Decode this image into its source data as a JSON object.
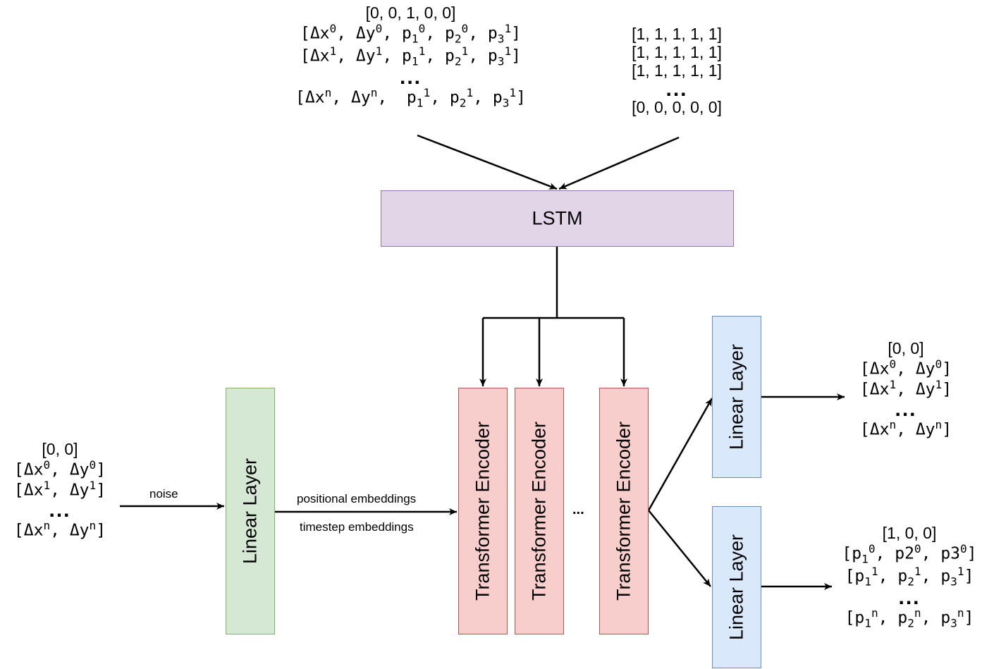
{
  "lstm": {
    "label": "LSTM"
  },
  "linear_layer": {
    "label": "Linear Layer"
  },
  "transformer_encoder": {
    "label": "Transformer Encoder"
  },
  "encoder_ellipsis": "...",
  "edge_labels": {
    "noise": "noise",
    "positional": "positional embeddings",
    "timestep": "timestep embeddings"
  },
  "top_left_input": {
    "first": "[0, 0, 1, 0, 0]",
    "dots": "...",
    "row0": {
      "open": "[Δx",
      "sup_x": "0",
      "mid1": ", Δy",
      "sup_y": "0",
      "mid2": ", p",
      "sub1": "1",
      "sup1": "0",
      "mid3": ", p",
      "sub2": "2",
      "sup2": "0",
      "mid4": ", p",
      "sub3": "3",
      "sup3": "1",
      "close": "]"
    },
    "row1": {
      "open": "[Δx",
      "sup_x": "1",
      "mid1": ", Δy",
      "sup_y": "1",
      "mid2": ", p",
      "sub1": "1",
      "sup1": "1",
      "mid3": ", p",
      "sub2": "2",
      "sup2": "1",
      "mid4": ", p",
      "sub3": "3",
      "sup3": "1",
      "close": "]"
    },
    "rown": {
      "open": "[Δx",
      "sup_x": "n",
      "mid1": ", Δy",
      "sup_y": "n",
      "mid2": ",  p",
      "sub1": "1",
      "sup1": "1",
      "mid3": ", p",
      "sub2": "2",
      "sup2": "1",
      "mid4": ", p",
      "sub3": "3",
      "sup3": "1",
      "close": "]"
    }
  },
  "top_right_input": {
    "rows": [
      "[1, 1, 1, 1, 1]",
      "[1, 1, 1, 1, 1]",
      "[1, 1, 1, 1, 1]"
    ],
    "dots": "...",
    "last": "[0, 0, 0, 0, 0]"
  },
  "bottom_left_input": {
    "first": "[0, 0]",
    "row0": {
      "open": "[Δx",
      "sup_x": "0",
      "mid": ", Δy",
      "sup_y": "0",
      "close": "]"
    },
    "row1": {
      "open": "[Δx",
      "sup_x": "1",
      "mid": ", Δy",
      "sup_y": "1",
      "close": "]"
    },
    "dots": "...",
    "rown": {
      "open": "[Δx",
      "sup_x": "n",
      "mid": ", Δy",
      "sup_y": "n",
      "close": "]"
    }
  },
  "output_xy": {
    "first": "[0, 0]",
    "row0": {
      "open": "[Δx",
      "sup_x": "0",
      "mid": ", Δy",
      "sup_y": "0",
      "close": "]"
    },
    "row1": {
      "open": "[Δx",
      "sup_x": "1",
      "mid": ", Δy",
      "sup_y": "1",
      "close": "]"
    },
    "dots": "...",
    "rown": {
      "open": "[Δx",
      "sup_x": "n",
      "mid": ", Δy",
      "sup_y": "n",
      "close": "]"
    }
  },
  "output_p": {
    "first": "[1, 0, 0]",
    "row0": {
      "open": "[p",
      "sub1": "1",
      "sup1": "0",
      "mid1": ", p2",
      "sup2": "0",
      "mid2": ", p3",
      "sup3": "0",
      "close": "]"
    },
    "row1": {
      "open": "[p",
      "sub1": "1",
      "sup1": "1",
      "mid1": ", p",
      "sub2": "2",
      "sup2": "1",
      "mid2": ", p",
      "sub3": "3",
      "sup3": "1",
      "close": "]"
    },
    "dots": "...",
    "rown": {
      "open": "[p",
      "sub1": "1",
      "sup1": "n",
      "mid1": ", p",
      "sub2": "2",
      "sup2": "n",
      "mid2": ", p",
      "sub3": "3",
      "sup3": "n",
      "close": "]"
    }
  },
  "colors": {
    "lstm_fill": "#e1d5e7",
    "lstm_border": "#9673a6",
    "linear_in_fill": "#d5e8d4",
    "linear_in_border": "#82b366",
    "encoder_fill": "#f8cecc",
    "encoder_border": "#b85450",
    "linear_out_fill": "#dae8fc",
    "linear_out_border": "#6c8ebf"
  }
}
